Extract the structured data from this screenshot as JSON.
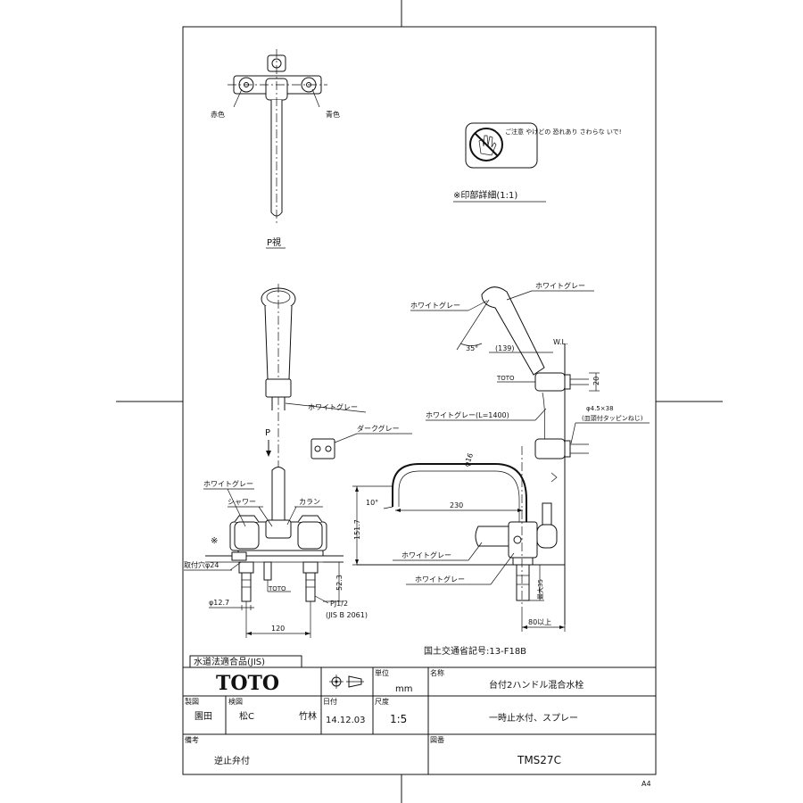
{
  "labels": {
    "top_red": "赤色",
    "top_blue": "青色",
    "p_view": "P視",
    "print_detail": "※印部詳細(1:1)",
    "caution_text": "ご注意 やけどの 恐れあり さわらな いで!",
    "front_white_gray": "ホワイトグレー",
    "front_dark_gray": "ダークグレー",
    "p_arrow": "P",
    "front_white_gray_2": "ホワイトグレー",
    "shower": "シャワー",
    "karan": "カラン",
    "mark_star": "※",
    "mount_hole": "取付穴φ24",
    "toto_small_front": "TOTO",
    "dim_phi12_7": "φ12.7",
    "dim_52_3": "52.3",
    "pj_1": "PJ1/2",
    "pj_2": "(JIS B 2061)",
    "dim_120": "120",
    "side_white_gray_1": "ホワイトグレー",
    "side_white_gray_2": "ホワイトグレー",
    "side_angle_35": "35°",
    "side_139": "(139)",
    "side_wl": "W.L.",
    "side_toto": "TOTO",
    "side_20": "20",
    "side_hose": "ホワイトグレー(L=1400)",
    "side_screw_1": "φ4.5×38",
    "side_screw_2": "(皿頭付タッピンねじ)",
    "side_phi16": "φ16",
    "side_angle_10": "10°",
    "side_230": "230",
    "side_151_7": "151.7",
    "side_white_gray_3": "ホワイトグレー",
    "side_white_gray_4": "ホワイトグレー",
    "side_max35": "最大35",
    "side_80": "80以上",
    "ministry_no": "国土交通省記号:13-F18B"
  },
  "title_block": {
    "water_label": "水道法適合品(JIS)",
    "logo": "TOTO",
    "unit_label": "単位",
    "unit_value": "mm",
    "name_label": "名称",
    "name_value": "台付2ハンドル混合水栓",
    "drawn_label": "製図",
    "drawn_value": "園田",
    "checked_label": "検図",
    "checked_value_1": "松C",
    "checked_value_2": "竹林",
    "date_label": "日付",
    "date_value": "14.12.03",
    "scale_label": "尺度",
    "scale_value": "1:5",
    "subname_value": "一時止水付、スプレー",
    "remarks_label": "備考",
    "remarks_value": "逆止弁付",
    "drawing_no_label": "図番",
    "drawing_no_value": "TMS27C",
    "paper_size": "A4"
  }
}
